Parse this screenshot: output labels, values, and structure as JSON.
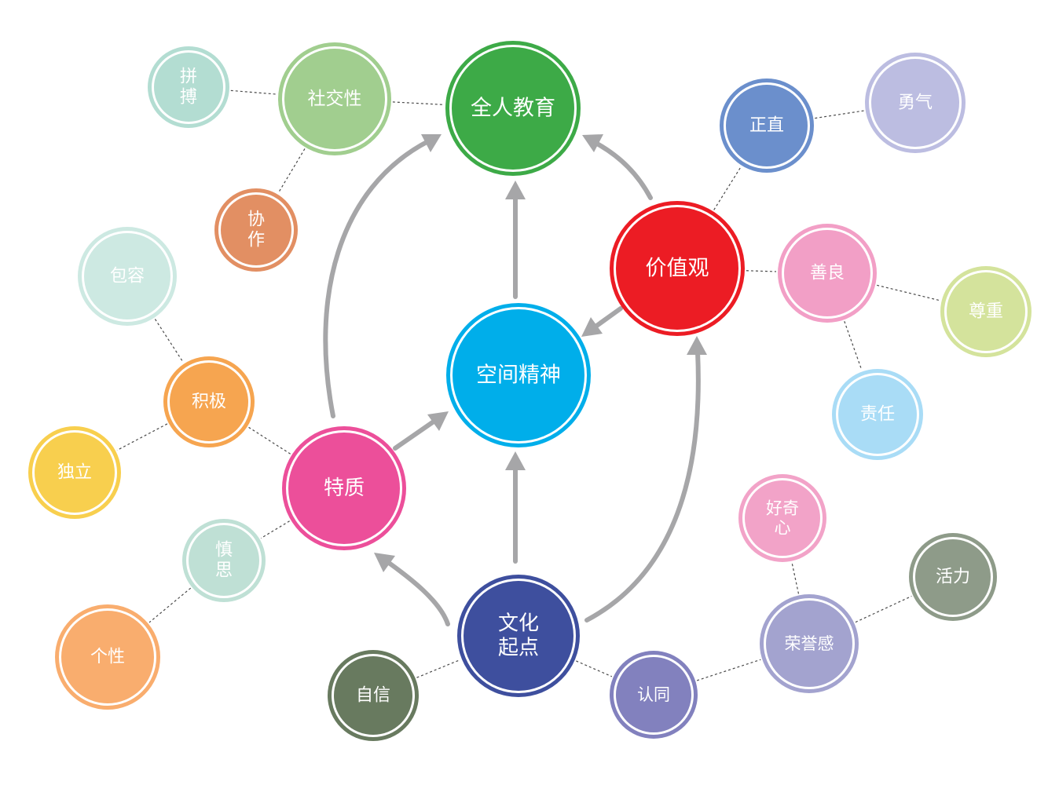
{
  "nodes": [
    {
      "id": "quanren",
      "lines": [
        "全人教育"
      ],
      "color": "#3daa47"
    },
    {
      "id": "kongjian",
      "lines": [
        "空间精神"
      ],
      "color": "#00aeea"
    },
    {
      "id": "jiazhiguan",
      "lines": [
        "价值观"
      ],
      "color": "#ec1c24"
    },
    {
      "id": "tezhi",
      "lines": [
        "特质"
      ],
      "color": "#ec4f9a"
    },
    {
      "id": "wenhua",
      "lines": [
        "文化",
        "起点"
      ],
      "color": "#3e4f9e"
    },
    {
      "id": "shejiaoxing",
      "lines": [
        "社交性"
      ],
      "color": "#a1ce8f"
    },
    {
      "id": "pinbo",
      "lines": [
        "拼",
        "搏"
      ],
      "color": "#b3ddd2"
    },
    {
      "id": "xiezuo",
      "lines": [
        "协",
        "作"
      ],
      "color": "#e28f63"
    },
    {
      "id": "baorong",
      "lines": [
        "包容"
      ],
      "color": "#cde9e2"
    },
    {
      "id": "jiji",
      "lines": [
        "积极"
      ],
      "color": "#f6a550"
    },
    {
      "id": "duli",
      "lines": [
        "独立"
      ],
      "color": "#f8cf4e"
    },
    {
      "id": "shensi",
      "lines": [
        "慎",
        "思"
      ],
      "color": "#bfe0d5"
    },
    {
      "id": "gexing",
      "lines": [
        "个性"
      ],
      "color": "#f9ad6e"
    },
    {
      "id": "zixin",
      "lines": [
        "自信"
      ],
      "color": "#687a5f"
    },
    {
      "id": "rentong",
      "lines": [
        "认同"
      ],
      "color": "#8281be"
    },
    {
      "id": "rongyugan",
      "lines": [
        "荣誉感"
      ],
      "color": "#a3a3cf"
    },
    {
      "id": "huoli",
      "lines": [
        "活力"
      ],
      "color": "#8e9b89"
    },
    {
      "id": "haoqixin",
      "lines": [
        "好奇",
        "心"
      ],
      "color": "#f2a3c8"
    },
    {
      "id": "zhengzhi",
      "lines": [
        "正直"
      ],
      "color": "#6b8fcc"
    },
    {
      "id": "yongqi",
      "lines": [
        "勇气"
      ],
      "color": "#bcbde1"
    },
    {
      "id": "shanliang",
      "lines": [
        "善良"
      ],
      "color": "#f29fc6"
    },
    {
      "id": "zunzhong",
      "lines": [
        "尊重"
      ],
      "color": "#d4e39c"
    },
    {
      "id": "zeren",
      "lines": [
        "责任"
      ],
      "color": "#a9dcf6"
    }
  ],
  "links": [
    [
      "pinbo",
      "shejiaoxing"
    ],
    [
      "shejiaoxing",
      "quanren"
    ],
    [
      "shejiaoxing",
      "xiezuo"
    ],
    [
      "baorong",
      "jiji"
    ],
    [
      "jiji",
      "tezhi"
    ],
    [
      "jiji",
      "duli"
    ],
    [
      "tezhi",
      "shensi"
    ],
    [
      "shensi",
      "gexing"
    ],
    [
      "zixin",
      "wenhua"
    ],
    [
      "wenhua",
      "rentong"
    ],
    [
      "rentong",
      "rongyugan"
    ],
    [
      "rongyugan",
      "huoli"
    ],
    [
      "rongyugan",
      "haoqixin"
    ],
    [
      "jiazhiguan",
      "zhengzhi"
    ],
    [
      "zhengzhi",
      "yongqi"
    ],
    [
      "jiazhiguan",
      "shanliang"
    ],
    [
      "shanliang",
      "zunzhong"
    ],
    [
      "shanliang",
      "zeren"
    ]
  ]
}
